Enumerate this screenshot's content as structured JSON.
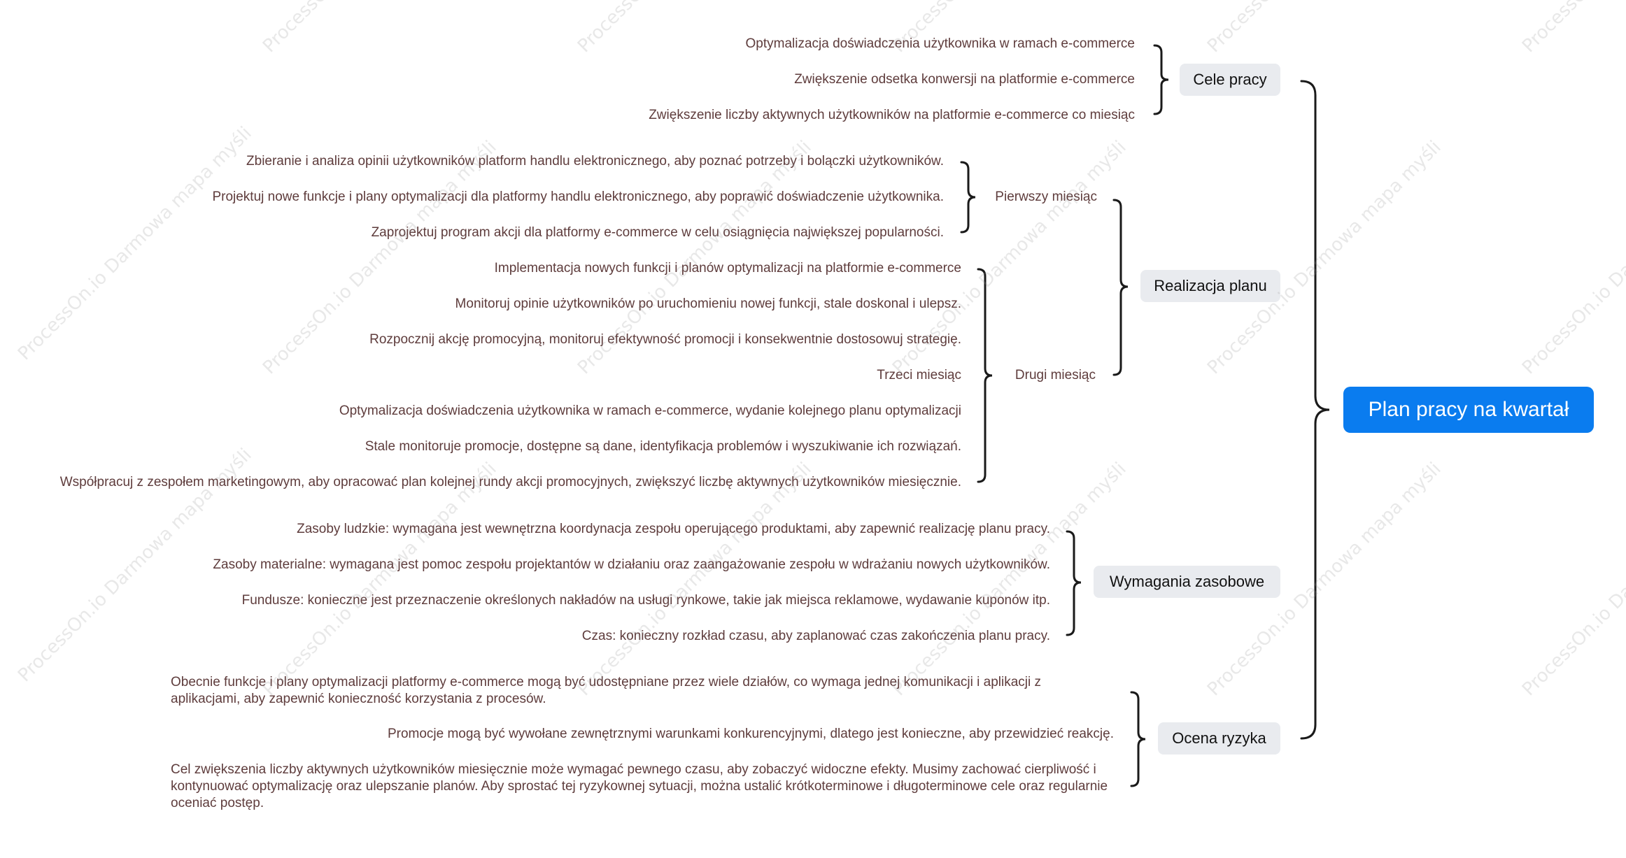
{
  "root": {
    "label": "Plan pracy na kwartał"
  },
  "watermark": "ProcessOn.io Darmowa mapa myśli",
  "branches": {
    "cele": {
      "label": "Cele pracy",
      "items": [
        "Optymalizacja doświadczenia użytkownika w ramach e-commerce",
        "Zwiększenie odsetka konwersji na platformie e-commerce",
        "Zwiększenie liczby aktywnych użytkowników na platformie e-commerce co miesiąc"
      ]
    },
    "realizacja": {
      "label": "Realizacja planu",
      "first_month": {
        "label": "Pierwszy miesiąc",
        "items": [
          "Zbieranie i analiza opinii użytkowników platform handlu elektronicznego, aby poznać potrzeby i bolączki użytkowników.",
          "Projektuj nowe funkcje i plany optymalizacji dla platformy handlu elektronicznego, aby poprawić doświadczenie użytkownika.",
          "Zaprojektuj program akcji dla platformy e-commerce w celu osiągnięcia największej popularności."
        ]
      },
      "second_month": {
        "label": "Drugi miesiąc",
        "items": [
          "Implementacja nowych funkcji i planów optymalizacji na platformie e-commerce",
          "Monitoruj opinie użytkowników po uruchomieniu nowej funkcji, stale doskonal i ulepsz.",
          "Rozpocznij akcję promocyjną, monitoruj efektywność promocji i konsekwentnie dostosowuj strategię.",
          "Trzeci miesiąc",
          "Optymalizacja doświadczenia użytkownika w ramach e-commerce, wydanie kolejnego planu optymalizacji",
          "Stale monitoruje promocje, dostępne są dane, identyfikacja problemów i wyszukiwanie ich rozwiązań.",
          "Współpracuj z zespołem marketingowym, aby opracować plan kolejnej rundy akcji promocyjnych, zwiększyć liczbę aktywnych użytkowników miesięcznie."
        ]
      }
    },
    "wymagania": {
      "label": "Wymagania zasobowe",
      "items": [
        "Zasoby ludzkie: wymagana jest wewnętrzna koordynacja zespołu operującego produktami, aby zapewnić realizację planu pracy.",
        "Zasoby materialne: wymagana jest pomoc zespołu projektantów w działaniu oraz zaangażowanie zespołu w wdrażaniu nowych użytkowników.",
        "Fundusze: konieczne jest przeznaczenie określonych nakładów na usługi rynkowe, takie jak miejsca reklamowe, wydawanie kuponów itp.",
        "Czas: konieczny rozkład czasu, aby zaplanować czas zakończenia planu pracy."
      ]
    },
    "ryzyko": {
      "label": "Ocena ryzyka",
      "items": [
        "Obecnie funkcje i plany optymalizacji platformy e-commerce mogą być udostępniane przez wiele działów, co wymaga jednej komunikacji i aplikacji z aplikacjami, aby zapewnić konieczność korzystania z procesów.",
        "Promocje mogą być wywołane zewnętrznymi warunkami konkurencyjnymi, dlatego jest konieczne, aby przewidzieć reakcję.",
        "Cel zwiększenia liczby aktywnych użytkowników miesięcznie może wymagać pewnego czasu, aby zobaczyć widoczne efekty. Musimy zachować cierpliwość i kontynuować optymalizację oraz ulepszanie planów. Aby sprostać tej ryzykownej sytuacji, można ustalić krótkoterminowe i długoterminowe cele oraz regularnie oceniać postęp."
      ]
    }
  }
}
